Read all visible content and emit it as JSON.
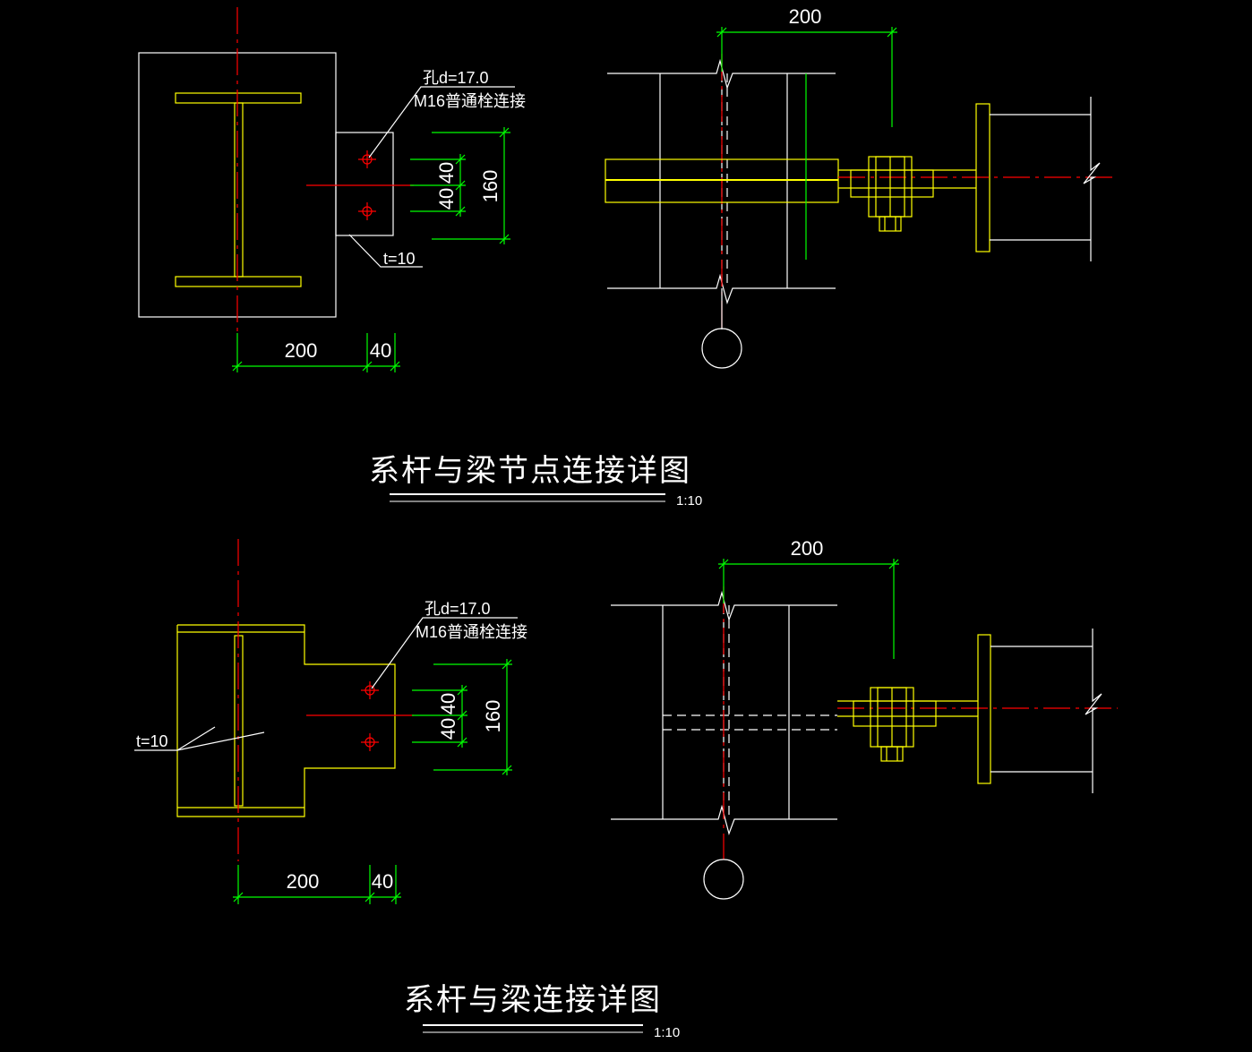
{
  "colors": {
    "background": "#000000",
    "outline": "#ffffff",
    "steel": "#ffff00",
    "dimension": "#00ff00",
    "centerline": "#ff0000"
  },
  "detail_1": {
    "title": "系杆与梁节点连接详图",
    "scale": "1:10",
    "hole_label": "孔d=17.0",
    "bolt_label": "M16普通栓连接",
    "plate_label": "t=10",
    "dim_200_bottom": "200",
    "dim_40_bottom": "40",
    "dim_40_upper": "40",
    "dim_40_lower": "40",
    "dim_160": "160",
    "dim_200_top": "200"
  },
  "detail_2": {
    "title": "系杆与梁连接详图",
    "scale": "1:10",
    "hole_label": "孔d=17.0",
    "bolt_label": "M16普通栓连接",
    "plate_label": "t=10",
    "dim_200_bottom": "200",
    "dim_40_bottom": "40",
    "dim_40_upper": "40",
    "dim_40_lower": "40",
    "dim_160": "160",
    "dim_200_top": "200"
  }
}
